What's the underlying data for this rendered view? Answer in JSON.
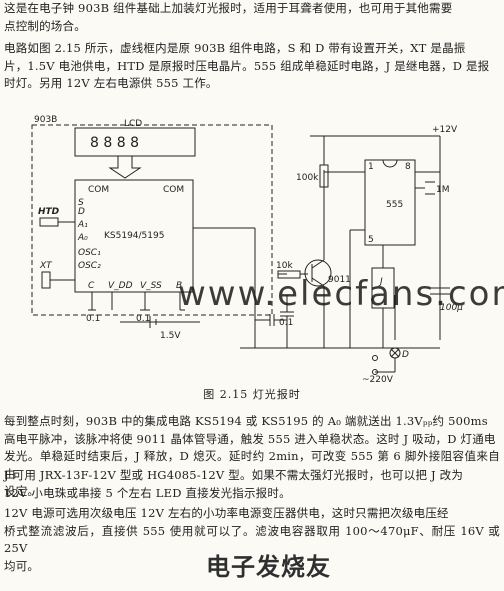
{
  "paragraphs": {
    "p1": [
      "这是在电子钟 903B 组件基础上加装灯光报时，适用于耳聋者使用，也可用于其他需要",
      "点控制的场合。"
    ],
    "p2": [
      "电路如图 2.15 所示，虚线框内是原 903B 组件电路，S 和 D 带有设置开关，XT 是晶振",
      "片，1.5V 电池供电，HTD 是原报时压电晶片。555 组成单稳延时电路，J 是继电器，D 是报",
      "时灯。另用 12V 左右电源供 555 工作。"
    ],
    "p3": [
      "每到整点时刻，903B 中的集成电路 KS5194 或 KS5195 的 A₀ 端就送出 1.3Vₚₚ约 500ms",
      "高电平脉冲，该脉冲将使 9011 晶体管导通，触发 555 进入单稳状态。这时 J 吸动，D 灯通电",
      "发光。单稳延时结束后，J 释放，D 熄灭。延时约 2min，可改变 555 第 6 脚外接阻容值来自由",
      "设定。"
    ],
    "p4": [
      "J 可用 JRX-13F-12V 型或 HG4085-12V 型。如果不需太强灯光报时，也可以把 J 改为",
      "12V 小电珠或串接 5 个左右 LED 直接发光指示报时。"
    ],
    "p5": [
      "12V 电源可选用次级电压 12V 左右的小功率电源变压器供电，这时只需把次级电压经",
      "桥式整流滤波后，直接供 555 使用就可以了。滤波电容器取用 100～470μF、耐压 16V 或 25V",
      "均可。"
    ]
  },
  "caption": "图 2.15  灯光报时",
  "watermark_top": "www.elecfans.com",
  "watermark_bottom": "电子发烧友",
  "circuit": {
    "box_label": "903B",
    "lcd_label": "LCD",
    "lcd_digits": "8  8    8  8",
    "chip_label": "KS5194/5195",
    "com_left": "COM",
    "com_right": "COM",
    "pin_s": "S",
    "pin_d": "D",
    "pin_a1": "A₁",
    "pin_a0": "A₀",
    "pin_osc1": "OSC₁",
    "pin_osc2": "OSC₂",
    "htd": "HTD",
    "xt": "XT",
    "pin_c": "C",
    "pin_vdd": "V_DD",
    "pin_vss": "V_SS",
    "pin_b": "B",
    "cap_01a": "0.1",
    "cap_01b": "0.1",
    "cap_01c": "0.1",
    "battery": "1.5V",
    "res_10k": "10k",
    "transistor": "9011",
    "ic555": "555",
    "res_100k": "100k",
    "cap_1m": "1M",
    "supply": "+12V",
    "cap_100u": "100μ",
    "relay": "J",
    "lamp": "D",
    "mains": "~220V",
    "pin1": "1",
    "pin8": "8",
    "pin5": "5"
  }
}
